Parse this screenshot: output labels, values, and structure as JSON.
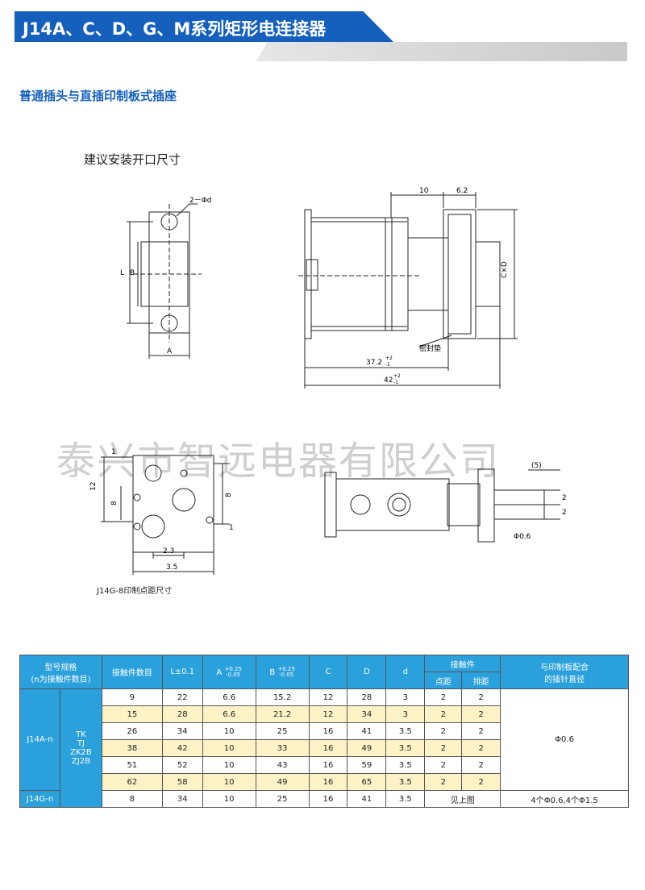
{
  "header": {
    "title": "J14A、C、D、G、M系列矩形电连接器"
  },
  "section_title": "普通插头与直插印制板式插座",
  "sub_title": "建议安装开口尺寸",
  "watermark": "泰兴市智远电器有限公司",
  "drawing1": {
    "label_2d": "2－Φd",
    "label_L": "L",
    "label_B": "B",
    "label_A": "A"
  },
  "drawing2": {
    "dim_10": "10",
    "dim_62": "6.2",
    "dim_CxD": "C×D",
    "dim_372": "37.2",
    "tol_372_up": "+2",
    "tol_372_dn": "-1",
    "dim_42": "42",
    "tol_42_up": "+2",
    "tol_42_dn": "-1",
    "seal_label": "密封垫"
  },
  "drawing3": {
    "d1_top": "1",
    "d12": "12",
    "d8_left": "8",
    "d8_right": "8",
    "d1_bottom": "1",
    "d23": "2.3",
    "d35": "3.5"
  },
  "drawing4": {
    "d5": "(5)",
    "d2a": "2",
    "d2b": "2",
    "phi": "Φ0.6"
  },
  "caption": "J14G-8印制点距尺寸",
  "table": {
    "h_model": "型号规格",
    "h_model_sub": "(n为接触件数目)",
    "h_count": "接触件数目",
    "h_L": "L±0.1",
    "h_A": "A",
    "h_A_up": "+0.25",
    "h_A_dn": "-0.05",
    "h_B": "B",
    "h_B_up": "+0.25",
    "h_B_dn": "-0.05",
    "h_C": "C",
    "h_D": "D",
    "h_d": "d",
    "h_contacts": "接触件",
    "h_pitch": "点距",
    "h_row": "排距",
    "h_pcb_1": "与印制板配合",
    "h_pcb_2": "的插针直径",
    "series1": "J14A-n",
    "codes": [
      "TK",
      "TJ",
      "ZK2B",
      "ZJ2B"
    ],
    "series2": "J14G-n",
    "pcb_value": "Φ0.6",
    "pcb_value2": "4个Φ0.6,4个Φ1.5",
    "see_above": "见上图",
    "rows": [
      [
        "9",
        "22",
        "6.6",
        "15.2",
        "12",
        "28",
        "3",
        "2",
        "2"
      ],
      [
        "15",
        "28",
        "6.6",
        "21.2",
        "12",
        "34",
        "3",
        "2",
        "2"
      ],
      [
        "26",
        "34",
        "10",
        "25",
        "16",
        "41",
        "3.5",
        "2",
        "2"
      ],
      [
        "38",
        "42",
        "10",
        "33",
        "16",
        "49",
        "3.5",
        "2",
        "2"
      ],
      [
        "51",
        "52",
        "10",
        "43",
        "16",
        "59",
        "3.5",
        "2",
        "2"
      ],
      [
        "62",
        "58",
        "10",
        "49",
        "16",
        "65",
        "3.5",
        "2",
        "2"
      ]
    ],
    "row_g": [
      "8",
      "34",
      "10",
      "25",
      "16",
      "41",
      "3.5"
    ]
  }
}
